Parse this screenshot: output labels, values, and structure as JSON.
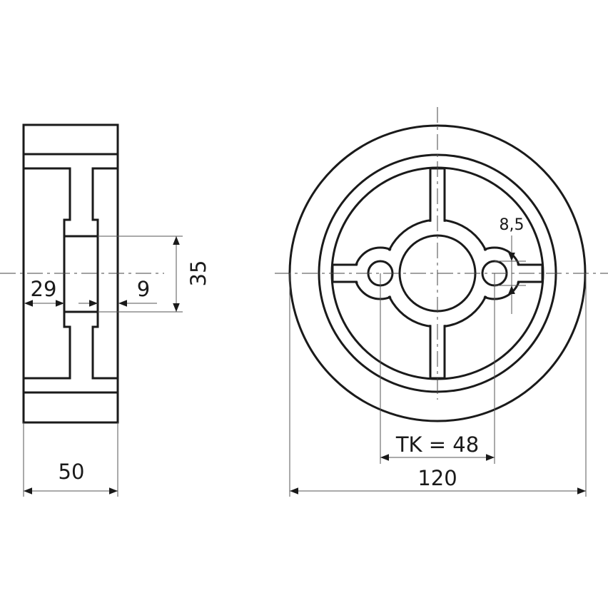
{
  "drawing": {
    "colors": {
      "tread": "#d4d5d7",
      "line": "#1a1a1a",
      "background": "#ffffff"
    },
    "side_view": {
      "dim_bore_diameter": "35",
      "dim_hub_offset": "29",
      "dim_hub_inset": "9",
      "dim_width": "50"
    },
    "front_view": {
      "dim_hole_diameter": "8,5",
      "dim_bolt_circle": "TK = 48",
      "dim_outer_diameter": "120"
    }
  }
}
